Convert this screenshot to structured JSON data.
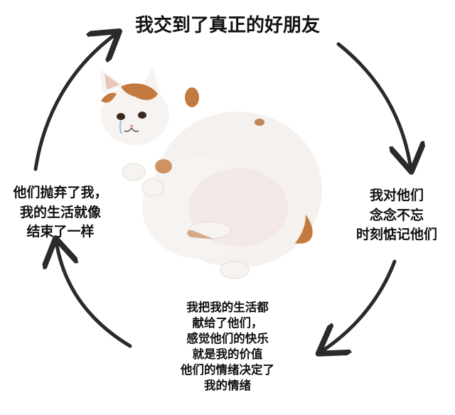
{
  "cycle": {
    "top": [
      "我交到了真正的好朋友"
    ],
    "right": [
      "我对他们",
      "念念不忘",
      "时刻惦记他们"
    ],
    "bottom": [
      "我把我的生活都",
      "献给了他们，",
      "感觉他们的快乐",
      "就是我的价值",
      "他们的情绪决定了",
      "我的情绪"
    ],
    "left": [
      "他们抛弃了我，",
      "我的生活就像",
      "结束了一样"
    ]
  },
  "icons": {
    "center": "crying-cat",
    "arrow": "cycle-arrow"
  },
  "colors": {
    "arrow": "#2a2a2a",
    "text": "#111111",
    "cat_fur": "#f4f1ee",
    "cat_patch": "#c47a3e"
  }
}
